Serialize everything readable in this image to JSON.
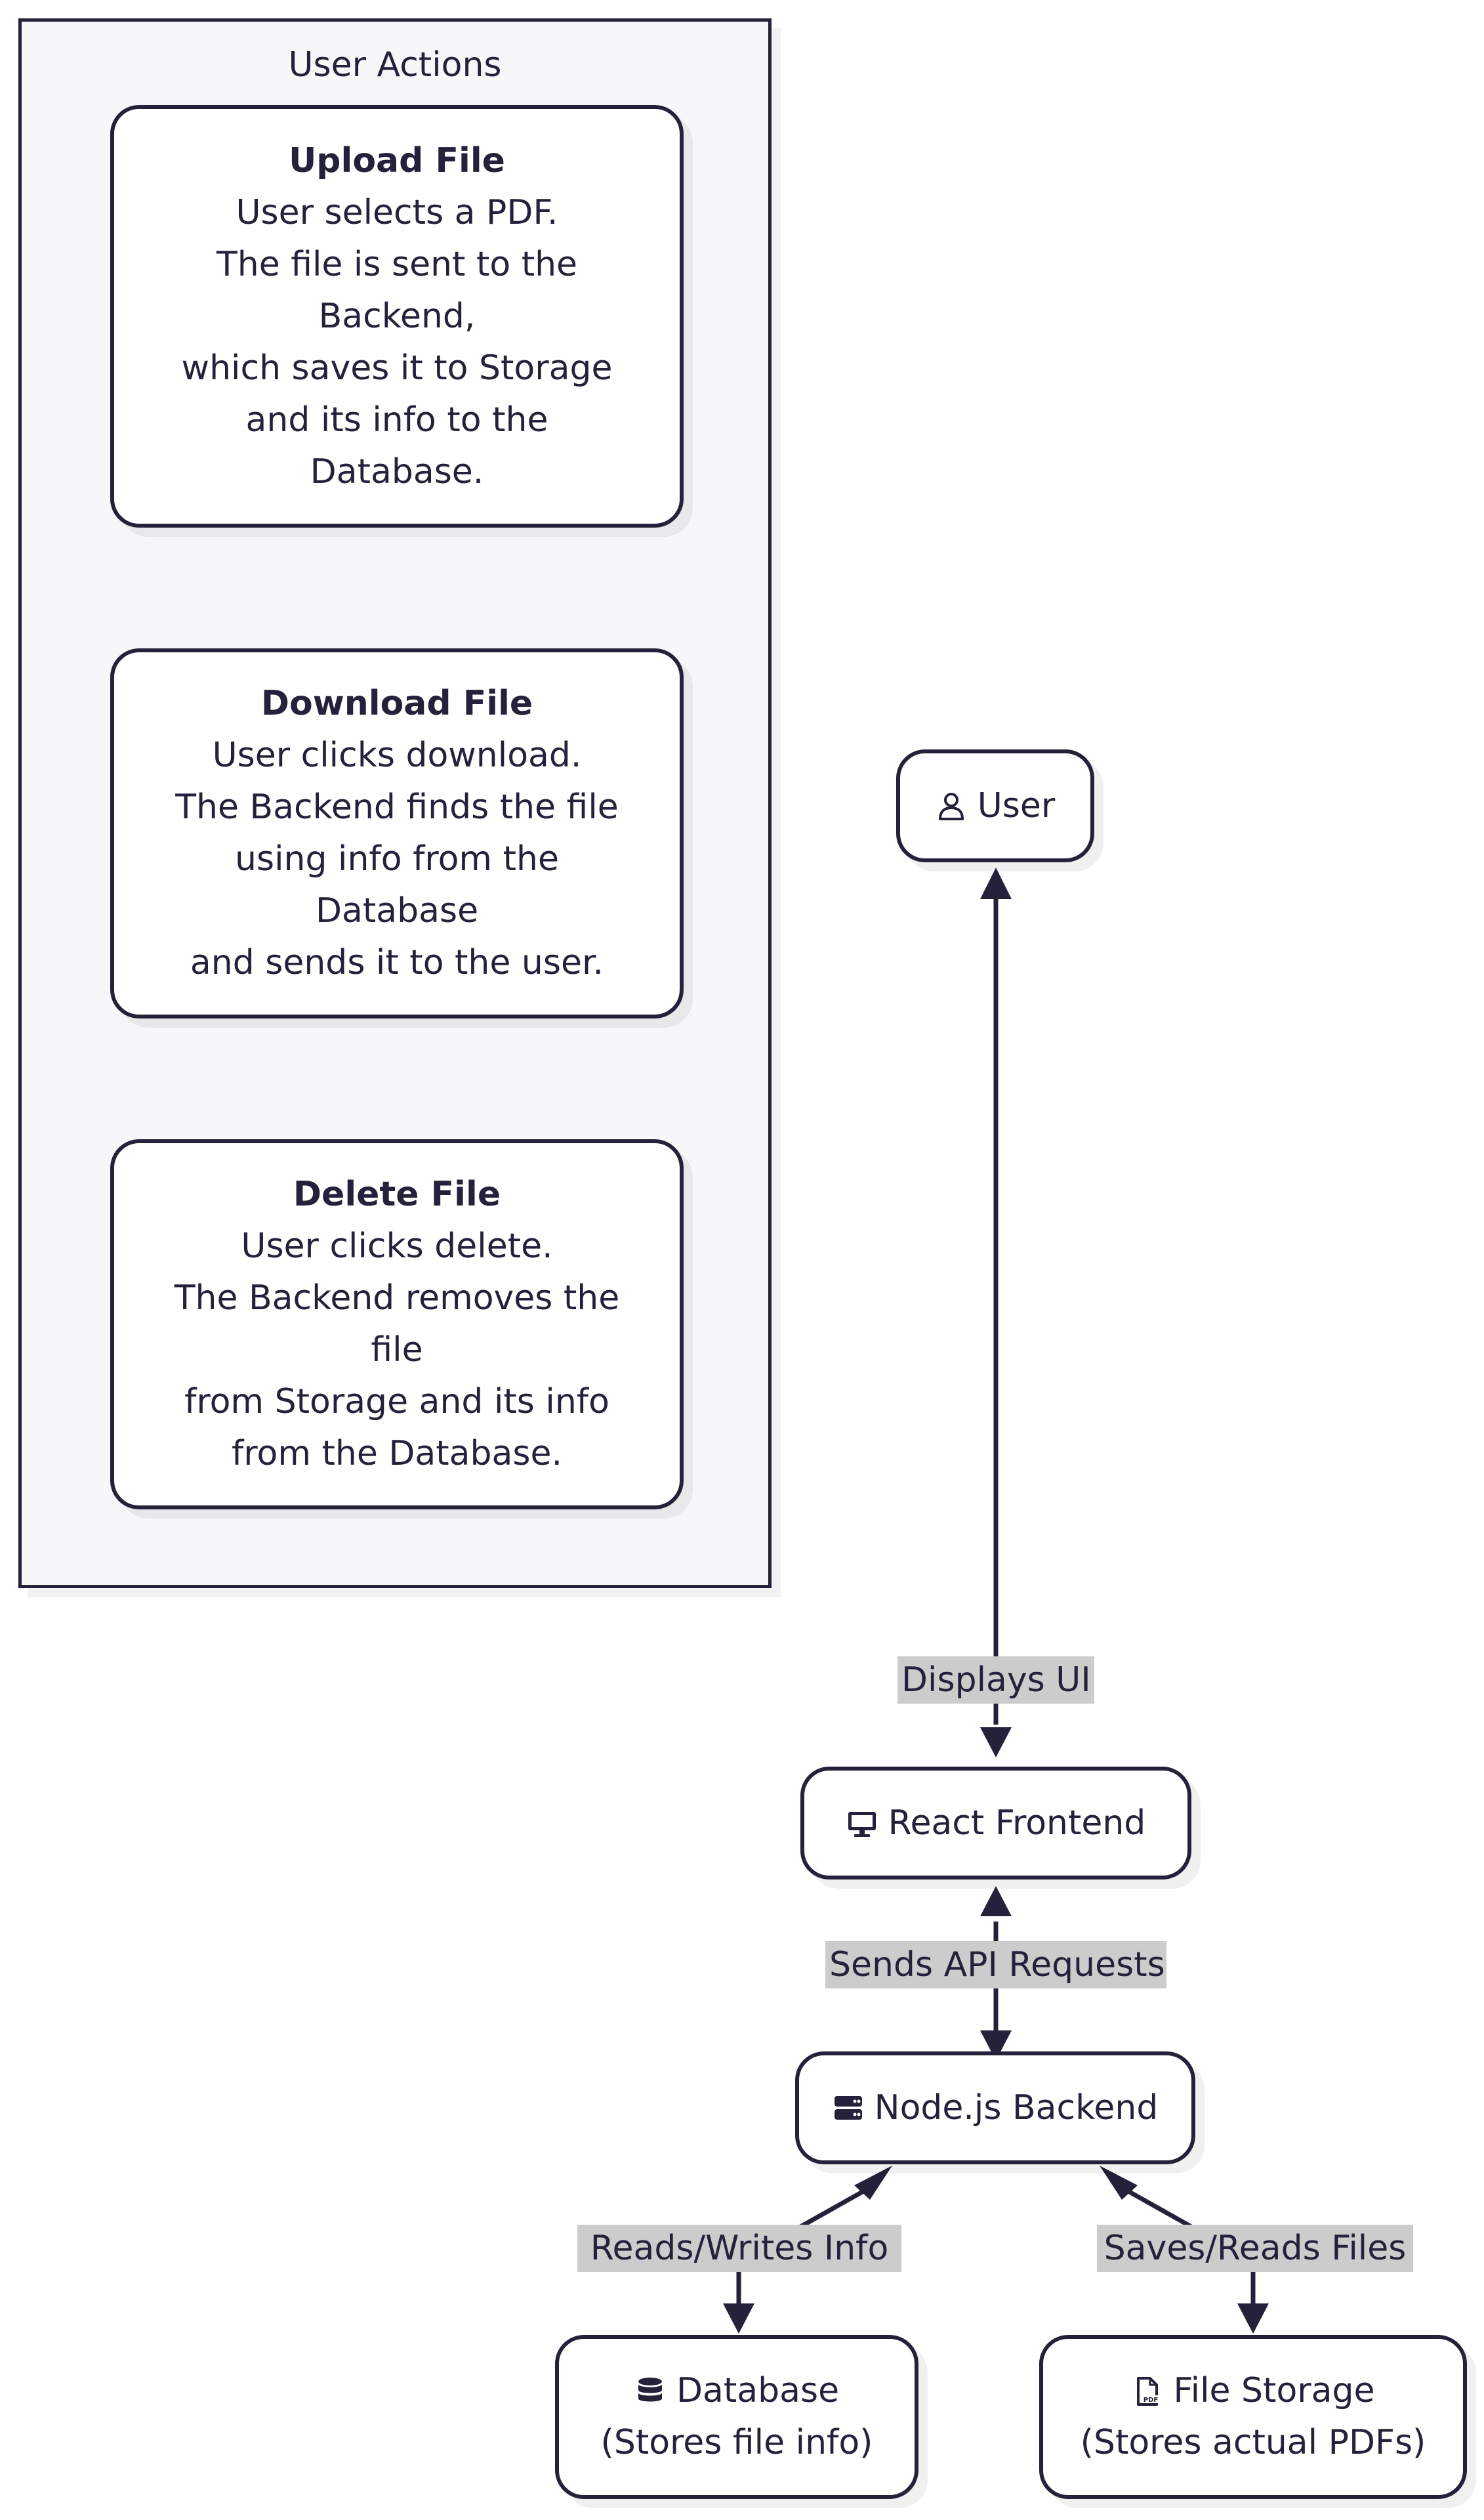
{
  "cluster": {
    "title": "User Actions",
    "items": [
      {
        "title": "Upload File",
        "lines": [
          "User selects a PDF.",
          "The file is sent to the",
          "Backend,",
          "which saves it to Storage",
          "and its info to the",
          "Database."
        ]
      },
      {
        "title": "Download File",
        "lines": [
          "User clicks download.",
          "The Backend finds the file",
          "using info from the",
          "Database",
          "and sends it to the user."
        ]
      },
      {
        "title": "Delete File",
        "lines": [
          "User clicks delete.",
          "The Backend removes the",
          "file",
          "from Storage and its info",
          "from the Database."
        ]
      }
    ]
  },
  "nodes": {
    "user": {
      "label": "User",
      "icon": "user-icon"
    },
    "frontend": {
      "label": "React Frontend",
      "icon": "desktop-icon"
    },
    "backend": {
      "label": "Node.js Backend",
      "icon": "server-icon"
    },
    "database": {
      "label": "Database",
      "sublabel": "(Stores file info)",
      "icon": "database-icon"
    },
    "storage": {
      "label": "File Storage",
      "sublabel": "(Stores actual PDFs)",
      "icon": "file-pdf-icon"
    }
  },
  "edges": {
    "displays_ui": "Displays UI",
    "sends_api": "Sends API Requests",
    "reads_writes": "Reads/Writes Info",
    "saves_reads": "Saves/Reads Files"
  },
  "colors": {
    "stroke": "#24223a",
    "label_bg": "#cccccc",
    "cluster_bg": "#f7f7f9"
  }
}
